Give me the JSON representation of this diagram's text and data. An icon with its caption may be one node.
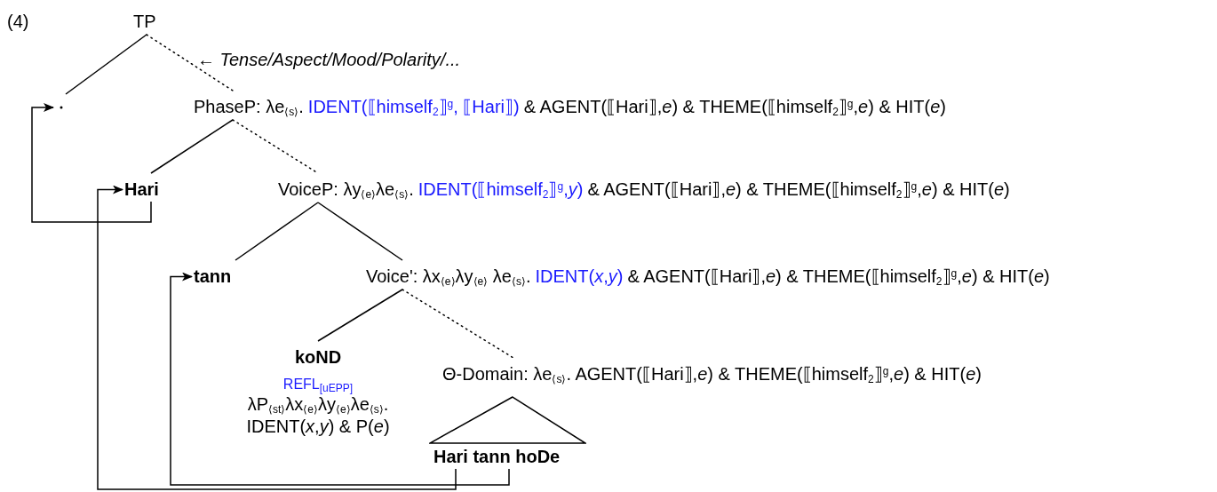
{
  "diagram": {
    "nodes": [
      {
        "text": [
          "TP"
        ]
      },
      {
        "text": [],
        "shape": "point"
      },
      {
        "text": [
          "PhaseP: λe$_{⟨s⟩}$.",
          "IDENT(⟦himself$_{2}$⟧$^{g}$, ⟦Hari⟧)",
          "& AGENT(⟦Hari⟧,*e*) & THEME(⟦himself$_{2}$⟧$^{g}$,*e*) & HIT(*e*)"
        ]
      },
      {
        "text": [
          "Hari"
        ]
      },
      {
        "text": [
          "VoiceP: λy$_{⟨e⟩}$λe$_{⟨s⟩}$.",
          "IDENT(⟦himself$_{2}$⟧$^{g}$,*y*)",
          "& AGENT(⟦Hari⟧,*e*) & THEME(⟦himself$_{2}$⟧$^{g}$,*e*) & HIT(*e*)"
        ]
      },
      {
        "text": [
          "tann"
        ]
      },
      {
        "text": [
          "Voice': λx$_{⟨e⟩}$λy$_{⟨e⟩}$ λe$_{⟨s⟩}$.",
          "IDENT(*x*,*y*)",
          "& AGENT(⟦Hari⟧,*e*) & THEME(⟦himself$_{2}$⟧$^{g}$,*e*) & HIT(*e*)"
        ]
      },
      {
        "text": [
          "koND",
          "REFL$_{[uEPP]}$",
          "λP$_{⟨st⟩}$λx$_{⟨e⟩}$λy$_{⟨e⟩}$λe$_{⟨s⟩}$.",
          "IDENT(*x*,*y*) & P(*e*)"
        ]
      },
      {
        "text": [
          "Θ-Domain: λe$_{⟨s⟩}$. AGENT(⟦Hari⟧,*e*) & THEME(⟦himself$_{2}$⟧$^{g}$,*e*) & HIT(*e*)"
        ]
      },
      {
        "text": [
          "Hari tann hoDe"
        ]
      }
    ],
    "edges": [
      {
        "from": 0,
        "to": 1,
        "arrow": "none"
      },
      {
        "from": 0,
        "to": 2,
        "arrow": "none",
        "style": "dashed"
      },
      {
        "from": 2,
        "to": 3,
        "arrow": "none"
      },
      {
        "from": 2,
        "to": 4,
        "arrow": "none",
        "style": "dashed"
      },
      {
        "from": 4,
        "to": 5,
        "arrow": "none"
      },
      {
        "from": 4,
        "to": 6,
        "arrow": "none"
      },
      {
        "from": 6,
        "to": 7,
        "arrow": "none"
      },
      {
        "from": 6,
        "to": 8,
        "arrow": "none",
        "style": "dashed"
      },
      {
        "from": 3,
        "to": 1,
        "arrow": "to"
      },
      {
        "from": 9,
        "to": 5,
        "arrow": "to"
      },
      {
        "from": 9,
        "to": 3,
        "arrow": "to"
      }
    ],
    "labels": [
      "(4)",
      "← Tense/Aspect/Mood/Polarity/..."
    ]
  }
}
